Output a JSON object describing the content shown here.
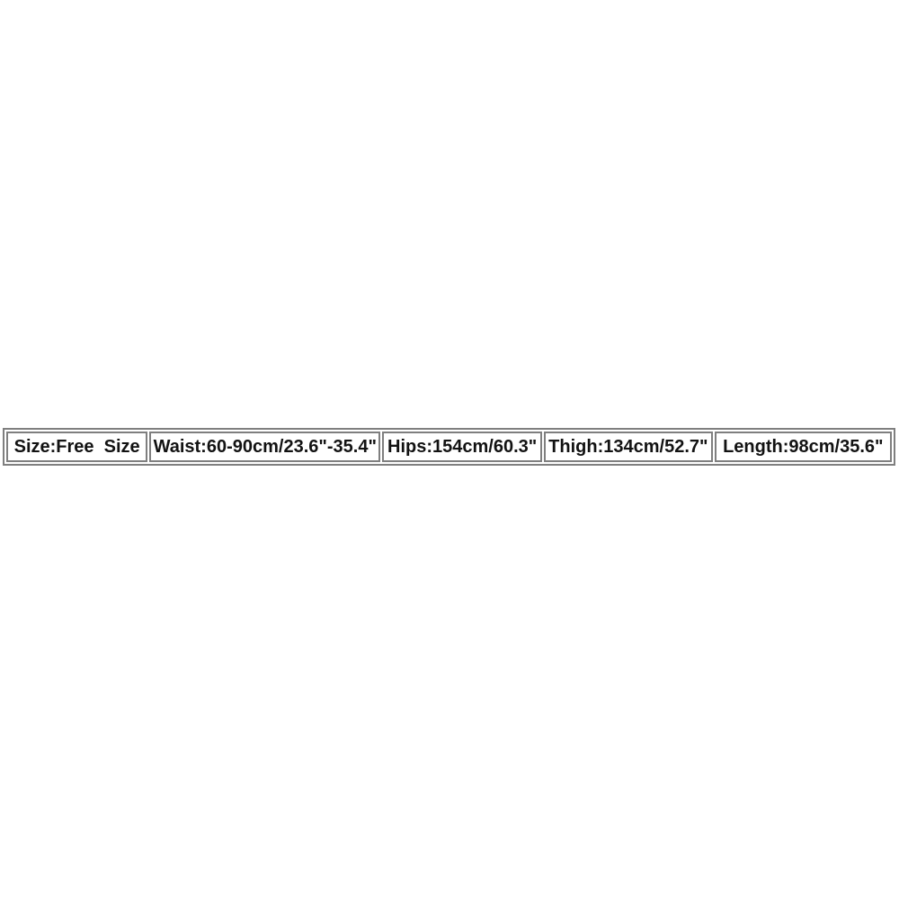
{
  "page": {
    "background_color": "#ffffff",
    "description": "Product size chart strip on blank white canvas"
  },
  "size_chart": {
    "border_color": "#7f7f7f",
    "text_color": "#121212",
    "cells": [
      {
        "name": "size",
        "text": "Size:Free  Size"
      },
      {
        "name": "waist",
        "text": "Waist:60-90cm/23.6\"-35.4\""
      },
      {
        "name": "hips",
        "text": "Hips:154cm/60.3\""
      },
      {
        "name": "thigh",
        "text": "Thigh:134cm/52.7\""
      },
      {
        "name": "length",
        "text": "Length:98cm/35.6\""
      }
    ]
  },
  "chart_data": {
    "type": "table",
    "title": "",
    "columns": [
      "Size",
      "Waist",
      "Hips",
      "Thigh",
      "Length"
    ],
    "rows": [
      [
        "Free Size",
        "60-90cm/23.6\"-35.4\"",
        "154cm/60.3\"",
        "134cm/52.7\"",
        "98cm/35.6\""
      ]
    ],
    "units": [
      "",
      "cm and inches",
      "cm and inches",
      "cm and inches",
      "cm and inches"
    ],
    "layout_hints": {
      "single_row_strip": true,
      "grid": "on",
      "position": "vertically centered band on white 1000x1000 canvas"
    }
  }
}
